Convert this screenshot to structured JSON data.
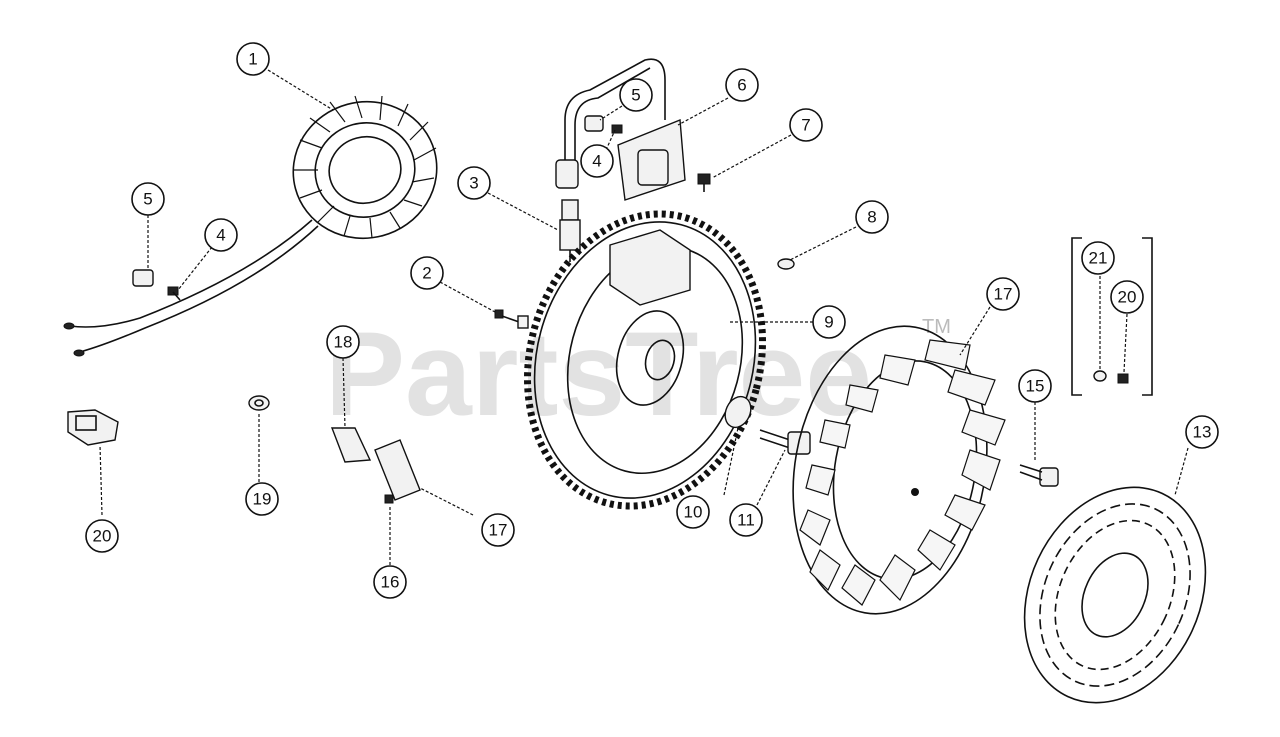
{
  "watermark": {
    "text": "PartsTree",
    "tm": "TM"
  },
  "callouts": [
    {
      "id": "c1",
      "label": "1"
    },
    {
      "id": "c2",
      "label": "2"
    },
    {
      "id": "c3",
      "label": "3"
    },
    {
      "id": "c4a",
      "label": "4"
    },
    {
      "id": "c4b",
      "label": "4"
    },
    {
      "id": "c5a",
      "label": "5"
    },
    {
      "id": "c5b",
      "label": "5"
    },
    {
      "id": "c6",
      "label": "6"
    },
    {
      "id": "c7",
      "label": "7"
    },
    {
      "id": "c8",
      "label": "8"
    },
    {
      "id": "c9",
      "label": "9"
    },
    {
      "id": "c10",
      "label": "10"
    },
    {
      "id": "c11",
      "label": "11"
    },
    {
      "id": "c13",
      "label": "13"
    },
    {
      "id": "c15",
      "label": "15"
    },
    {
      "id": "c16",
      "label": "16"
    },
    {
      "id": "c17a",
      "label": "17"
    },
    {
      "id": "c17b",
      "label": "17"
    },
    {
      "id": "c18",
      "label": "18"
    },
    {
      "id": "c19",
      "label": "19"
    },
    {
      "id": "c20a",
      "label": "20"
    },
    {
      "id": "c20b",
      "label": "20"
    },
    {
      "id": "c21",
      "label": "21"
    }
  ]
}
